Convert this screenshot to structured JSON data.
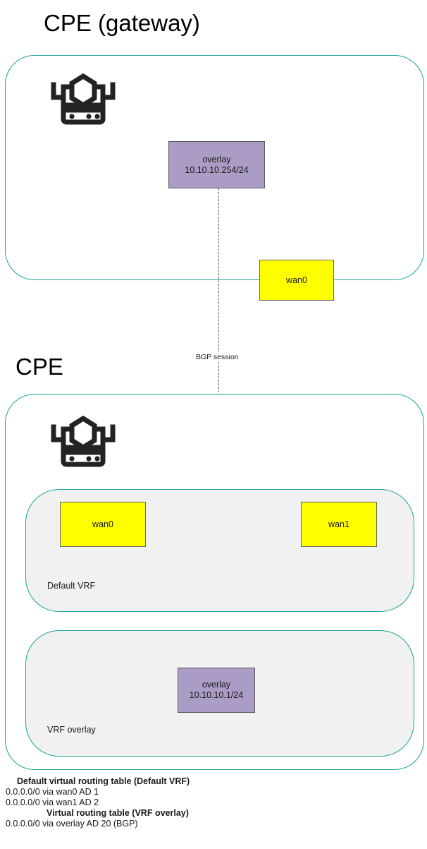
{
  "diagram": {
    "title_gateway": "CPE (gateway)",
    "title_cpe": "CPE",
    "link_label": "BGP session",
    "colors": {
      "container_border": "#17a398",
      "vrf_fill": "#f1f1f1",
      "overlay_node_fill": "#aa9cc4",
      "wan_node_fill": "#ffff00",
      "node_stroke": "#666666",
      "link_stroke": "#4d4d4d",
      "text": "#1a1a1a"
    }
  },
  "gateway": {
    "device_icon": "router-icon",
    "overlay_node": {
      "name": "overlay",
      "address": "10.10.10.254/24"
    },
    "wan_node": {
      "name": "wan0"
    }
  },
  "cpe": {
    "device_icon": "router-icon",
    "default_vrf": {
      "label": "Default VRF",
      "interfaces": [
        {
          "name": "wan0"
        },
        {
          "name": "wan1"
        }
      ]
    },
    "vrf_overlay": {
      "label": "VRF overlay",
      "overlay_node": {
        "name": "overlay",
        "address": "10.10.10.1/24"
      }
    }
  },
  "routing_tables": [
    {
      "heading": "Default virtual routing table (Default VRF)",
      "routes": [
        "0.0.0.0/0 via wan0 AD 1",
        "0.0.0.0/0 via wan1 AD 2"
      ]
    },
    {
      "heading": "Virtual routing table (VRF overlay)",
      "routes": [
        "0.0.0.0/0 via overlay AD 20 (BGP)"
      ]
    }
  ]
}
